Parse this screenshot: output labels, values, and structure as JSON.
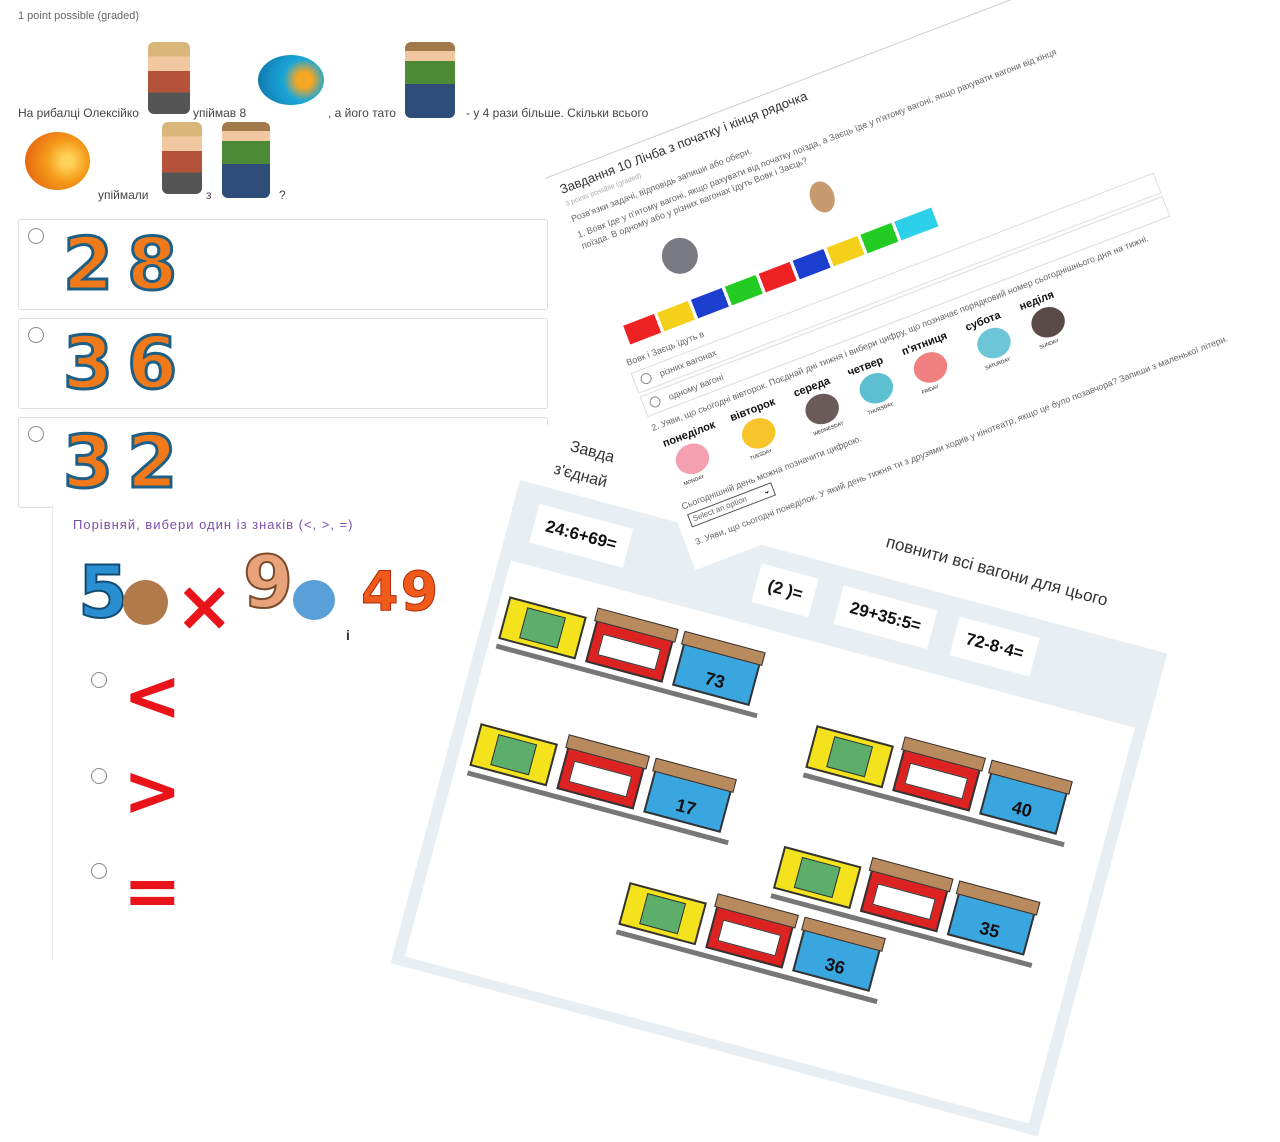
{
  "top_question": {
    "points": "1 point possible (graded)",
    "text_1": "На рибалці Олексійко",
    "text_2": "упіймав 8",
    "text_3": ", а його тато",
    "text_4": "- у 4 рази більше. Скільки всього",
    "text_5": "упіймали",
    "text_6": "з",
    "text_7": "?",
    "options": [
      {
        "label": "28"
      },
      {
        "label": "36"
      },
      {
        "label": "32"
      }
    ]
  },
  "compare": {
    "title": "Порівняй, вибери один із знаків (<, >, =)",
    "left_number": "5",
    "right_number": "9",
    "result": "49",
    "connector": "і",
    "options": [
      "<",
      ">",
      "="
    ]
  },
  "task10": {
    "title": "Завдання 10 Лічба з початку і кінця рядочка",
    "points": "3 points possible (graded)",
    "intro": "Розв'язки задачі, відповідь запиши або обери.",
    "q1": "1. Вовк їде у п'ятому вагоні, якщо рахувати від початку поїзда, а Заєць їде у п'ятому вагоні, якщо рахувати вагони від кінця поїзда. В одному або у різних вагонах їдуть Вовк і Заєць?",
    "q1_prompt": "Вовк і Заєць їдуть в",
    "q1_options": [
      "різних вагонах",
      "одному вагоні"
    ],
    "q2": "2. Уяви, що сьогодні вівторок. Поєднай дні тижня і вибери цифру, що позначає порядковий номер сьогоднішнього дня на тижні.",
    "days": [
      "понеділок",
      "вівторок",
      "середа",
      "четвер",
      "п'ятниця",
      "субота",
      "неділя"
    ],
    "days_en": [
      "MONDAY",
      "TUESDAY",
      "WEDNESDAY",
      "THURSDAY",
      "FRIDAY",
      "SATURDAY",
      "SUNDAY"
    ],
    "q2_prompt": "Сьогоднішній день можна позначити цифрою.",
    "select_placeholder": "Select an option",
    "q3": "3. Уяви, що сьогодні понеділок. У який день тижня ти з друзями ходив у кінотеатр, якщо це було позавчора? Запиши з маленької літери."
  },
  "trains_task": {
    "title_1": "Завда",
    "title_2": "з'єднай",
    "title_cont": "повнити всі вагони для цього",
    "expressions": [
      "24:6+69=",
      "(2 )=",
      "29+35:5=",
      "72-8·4="
    ],
    "wagon_numbers": [
      "73",
      "40",
      "17",
      "35",
      "36"
    ]
  },
  "colors": {
    "orange": "#f07a1a",
    "purple": "#7b4fa8",
    "red": "#e8141a"
  }
}
